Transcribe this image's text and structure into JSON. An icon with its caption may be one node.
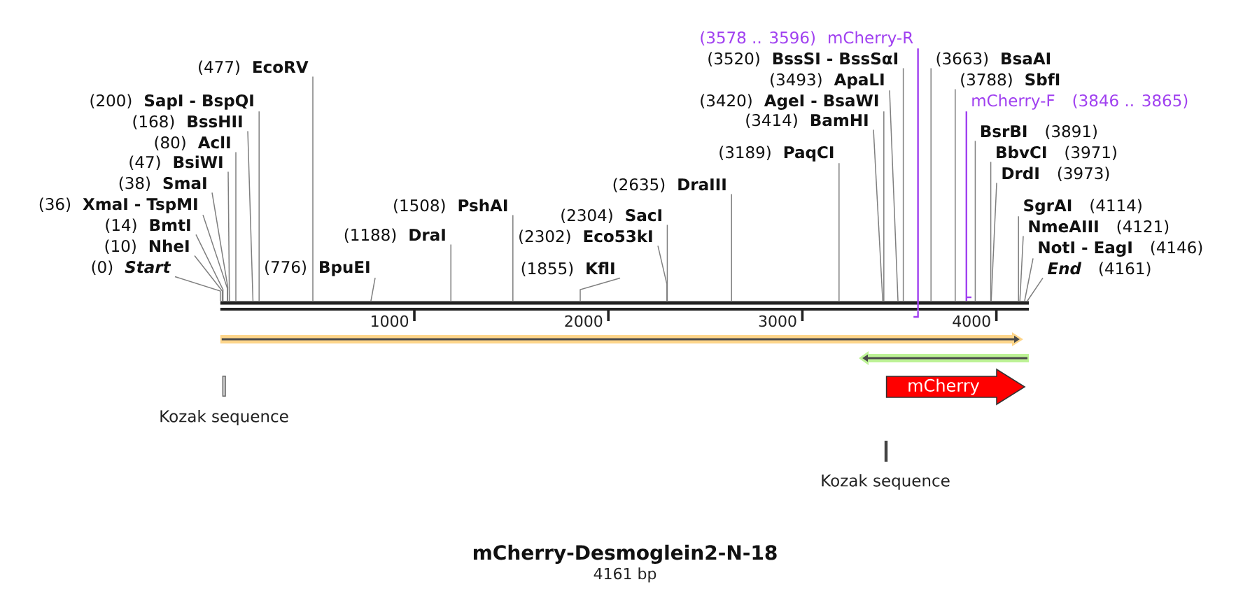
{
  "diagram": {
    "title": "mCherry-Desmoglein2-N-18",
    "nodes": [
      {
        "text": [
          "(477)",
          "EcoRV"
        ]
      },
      {
        "text": [
          "(200)",
          "SapI - BspQI"
        ]
      },
      {
        "text": [
          "(168)",
          "BssHII"
        ]
      },
      {
        "text": [
          "(80)",
          "AclI"
        ]
      },
      {
        "text": [
          "(47)",
          "BsiWI"
        ]
      },
      {
        "text": [
          "(38)",
          "SmaI"
        ]
      },
      {
        "text": [
          "(36)",
          "XmaI - TspMI"
        ]
      },
      {
        "text": [
          "(14)",
          "BmtI"
        ]
      },
      {
        "text": [
          "(10)",
          "NheI"
        ]
      },
      {
        "text": [
          "(0)",
          "Start"
        ]
      },
      {
        "text": [
          "(776)",
          "BpuEI"
        ]
      },
      {
        "text": [
          "(1188)",
          "DraI"
        ]
      },
      {
        "text": [
          "(1508)",
          "PshAI"
        ]
      },
      {
        "text": [
          "(1855)",
          "KflI"
        ]
      },
      {
        "text": [
          "(2304)",
          "SacI"
        ]
      },
      {
        "text": [
          "(2302)",
          "Eco53kI"
        ]
      },
      {
        "text": [
          "(2635)",
          "DraIII"
        ]
      },
      {
        "text": [
          "(3520)",
          "BssSI - BssSαI"
        ]
      },
      {
        "text": [
          "(3493)",
          "ApaLI"
        ]
      },
      {
        "text": [
          "(3420)",
          "AgeI - BsaWI"
        ]
      },
      {
        "text": [
          "(3414)",
          "BamHI"
        ]
      },
      {
        "text": [
          "(3189)",
          "PaqCI"
        ]
      },
      {
        "text": [
          "(3788)",
          "SbfI"
        ]
      },
      {
        "text": [
          "(3663)",
          "BsaAI"
        ]
      },
      {
        "text": [
          "(3578 .. 3596)",
          "mCherry-R"
        ]
      },
      {
        "text": [
          "mCherry-F",
          "(3846 .. 3865)"
        ]
      },
      {
        "text": [
          "BsrBI",
          "(3891)"
        ]
      },
      {
        "text": [
          "BbvCI",
          "(3971)"
        ]
      },
      {
        "text": [
          "DrdI",
          "(3973)"
        ]
      },
      {
        "text": [
          "SgrAI",
          "(4114)"
        ]
      },
      {
        "text": [
          "NmeAIII",
          "(4121)"
        ]
      },
      {
        "text": [
          "NotI - EagI",
          "(4146)"
        ]
      },
      {
        "text": [
          "End",
          "(4161)"
        ]
      },
      {
        "text": [],
        "shape": "bar"
      },
      {
        "text": [],
        "shape": "arrow"
      },
      {
        "text": [],
        "shape": "arrow"
      },
      {
        "text": [
          "mCherry"
        ]
      },
      {
        "text": [],
        "shape": "bar",
        "beside": [
          "Kozak sequence"
        ]
      },
      {
        "text": [],
        "shape": "bar",
        "beside": [
          "Kozak sequence"
        ]
      }
    ],
    "edges": [
      {
        "from": 0,
        "to": 33,
        "arrow": "none"
      },
      {
        "from": 1,
        "to": 33,
        "arrow": "none"
      },
      {
        "from": 2,
        "to": 33,
        "arrow": "none"
      },
      {
        "from": 3,
        "to": 33,
        "arrow": "none"
      },
      {
        "from": 4,
        "to": 33,
        "arrow": "none"
      },
      {
        "from": 5,
        "to": 33,
        "arrow": "none"
      },
      {
        "from": 6,
        "to": 33,
        "arrow": "none"
      },
      {
        "from": 7,
        "to": 33,
        "arrow": "none"
      },
      {
        "from": 8,
        "to": 33,
        "arrow": "none"
      },
      {
        "from": 9,
        "to": 33,
        "arrow": "none"
      },
      {
        "from": 10,
        "to": 33,
        "arrow": "none"
      },
      {
        "from": 11,
        "to": 33,
        "arrow": "none"
      },
      {
        "from": 12,
        "to": 33,
        "arrow": "none"
      },
      {
        "from": 13,
        "to": 33,
        "arrow": "none"
      },
      {
        "from": 14,
        "to": 33,
        "arrow": "none"
      },
      {
        "from": 15,
        "to": 33,
        "arrow": "none"
      },
      {
        "from": 16,
        "to": 33,
        "arrow": "none"
      },
      {
        "from": 17,
        "to": 33,
        "arrow": "none"
      },
      {
        "from": 18,
        "to": 33,
        "arrow": "none"
      },
      {
        "from": 19,
        "to": 33,
        "arrow": "none"
      },
      {
        "from": 20,
        "to": 33,
        "arrow": "none"
      },
      {
        "from": 21,
        "to": 33,
        "arrow": "none"
      },
      {
        "from": 22,
        "to": 33,
        "arrow": "none"
      },
      {
        "from": 23,
        "to": 33,
        "arrow": "none"
      },
      {
        "from": 24,
        "to": 33,
        "arrow": "other",
        "color": "#a040f0"
      },
      {
        "from": 25,
        "to": 33,
        "arrow": "other",
        "color": "#a040f0"
      },
      {
        "from": 26,
        "to": 33,
        "arrow": "none"
      },
      {
        "from": 27,
        "to": 33,
        "arrow": "none"
      },
      {
        "from": 28,
        "to": 33,
        "arrow": "none"
      },
      {
        "from": 29,
        "to": 33,
        "arrow": "none"
      },
      {
        "from": 30,
        "to": 33,
        "arrow": "none"
      },
      {
        "from": 31,
        "to": 33,
        "arrow": "none"
      },
      {
        "from": 32,
        "to": 33,
        "arrow": "none"
      }
    ],
    "labels": [
      "1000",
      "2000",
      "3000",
      "4000",
      "4161 bp"
    ]
  }
}
